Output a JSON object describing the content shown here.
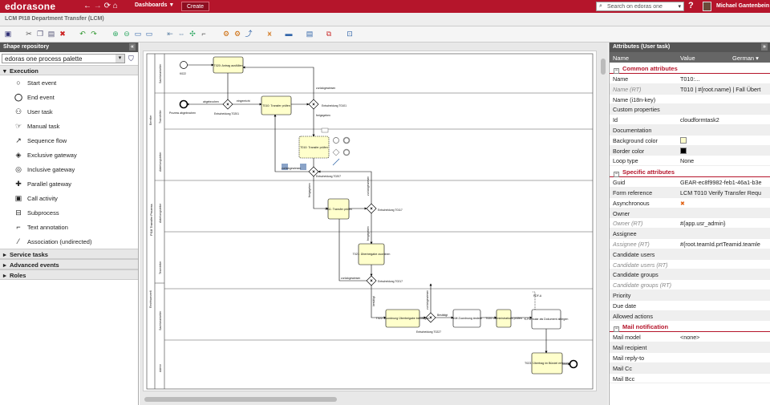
{
  "topbar": {
    "logo": "edorasone",
    "dashboards": "Dashboards ▼",
    "create": "Create",
    "search_placeholder": "Search on edoras one",
    "user": "Michael Gantenbein"
  },
  "title": "LCM PI18 Department Transfer  (LCM)",
  "shape_repository": {
    "header": "Shape repository",
    "palette": "edoras one process palette",
    "groups": [
      {
        "label": "Execution",
        "expanded": true
      },
      {
        "label": "Service tasks",
        "expanded": false
      },
      {
        "label": "Advanced events",
        "expanded": false
      },
      {
        "label": "Roles",
        "expanded": false
      }
    ],
    "items": [
      {
        "label": "Start event",
        "icon": "start-event-icon"
      },
      {
        "label": "End event",
        "icon": "end-event-icon"
      },
      {
        "label": "User task",
        "icon": "user-task-icon"
      },
      {
        "label": "Manual task",
        "icon": "manual-task-icon"
      },
      {
        "label": "Sequence flow",
        "icon": "sequence-flow-icon"
      },
      {
        "label": "Exclusive gateway",
        "icon": "exclusive-gateway-icon"
      },
      {
        "label": "Inclusive gateway",
        "icon": "inclusive-gateway-icon"
      },
      {
        "label": "Parallel gateway",
        "icon": "parallel-gateway-icon"
      },
      {
        "label": "Call activity",
        "icon": "call-activity-icon"
      },
      {
        "label": "Subprocess",
        "icon": "subprocess-icon"
      },
      {
        "label": "Text annotation",
        "icon": "text-annotation-icon"
      },
      {
        "label": "Association (undirected)",
        "icon": "association-icon"
      }
    ]
  },
  "diagram": {
    "pool": "PI18 Transfer Prozess",
    "lanes": [
      "Sachbearbeiter",
      "Transfeller",
      "Abteilungsleiter",
      "Abteilungsleiter",
      "Teamleiter",
      "Sachbearbeiter",
      "Admin"
    ],
    "lane_groups": [
      "Bereiter",
      "Rechtsanwelt"
    ],
    "tasks": [
      "T020: Antrag ausfüllen",
      "T010: Transfer prüfen",
      "T010: Transfer prüfen",
      "T011: Transfer prüfen",
      "T021: Überbeigabe zuordnen",
      "T022: Zuordnung Überbeigabe bestätigen",
      "Prüft Zuordnung ändern",
      "T020: Administrations prüfen",
      "K-Formular als Dokument ablegen",
      "T023: Übertrag im Bündel erfassen"
    ],
    "labels": [
      "K022",
      "Prozess abgebrochen",
      "abgebrochen",
      "Entscheidung T0201",
      "eingereicht",
      "Entscheidung T0101",
      "zurückgewiesen",
      "freigegeben",
      "zurückgewiesen",
      "Entscheidung T0207",
      "freigegeben",
      "zurückgewiesen",
      "Entscheidung T0117",
      "freigegeben",
      "zurückgewiesen",
      "Entscheidung T0217",
      "bestätigt",
      "zurückgewiesen",
      "Bestätigt",
      "Entscheidung T0227",
      "PDF-A"
    ]
  },
  "attributes": {
    "header": "Attributes (User task)",
    "col_name": "Name",
    "col_value": "Value",
    "language": "German ▾",
    "sections": [
      {
        "title": "Common attributes",
        "rows": [
          {
            "k": "Name",
            "v": "T010:...",
            "muted": false
          },
          {
            "k": "Name (RT)",
            "v": "T010 | #{root.name} | Fall Übert",
            "muted": true
          },
          {
            "k": "Name (i18n-key)",
            "v": "",
            "muted": false
          },
          {
            "k": "Custom properties",
            "v": "",
            "muted": false
          },
          {
            "k": "Id",
            "v": "cloudformtask2",
            "muted": false
          },
          {
            "k": "Documentation",
            "v": "",
            "muted": false
          },
          {
            "k": "Background color",
            "v": "",
            "swatch": "#ffffcc",
            "muted": false
          },
          {
            "k": "Border color",
            "v": "",
            "swatch": "#000000",
            "muted": false
          },
          {
            "k": "Loop type",
            "v": "None",
            "muted": false
          }
        ]
      },
      {
        "title": "Specific attributes",
        "rows": [
          {
            "k": "Guid",
            "v": "GEAR-ec8f9982-feb1-46a1-b3e",
            "muted": false
          },
          {
            "k": "Form reference",
            "v": "LCM T010 Verify Transfer Requ",
            "muted": false
          },
          {
            "k": "Asynchronous",
            "v": "✖",
            "muted": false,
            "accent": "#e06010"
          },
          {
            "k": "Owner",
            "v": "",
            "muted": false
          },
          {
            "k": "Owner (RT)",
            "v": "#{app.usr_admin}",
            "muted": true
          },
          {
            "k": "Assignee",
            "v": "",
            "muted": false
          },
          {
            "k": "Assignee (RT)",
            "v": "#{root.teamId.prtTeamid.teamle",
            "muted": true
          },
          {
            "k": "Candidate users",
            "v": "",
            "muted": false
          },
          {
            "k": "Candidate users (RT)",
            "v": "",
            "muted": true
          },
          {
            "k": "Candidate groups",
            "v": "",
            "muted": false
          },
          {
            "k": "Candidate groups (RT)",
            "v": "",
            "muted": true
          },
          {
            "k": "Priority",
            "v": "",
            "muted": false
          },
          {
            "k": "Due date",
            "v": "",
            "muted": false
          },
          {
            "k": "Allowed actions",
            "v": "",
            "muted": false
          }
        ]
      },
      {
        "title": "Mail notification",
        "rows": [
          {
            "k": "Mail model",
            "v": "<none>",
            "muted": false
          },
          {
            "k": "Mail recipient",
            "v": "",
            "muted": false
          },
          {
            "k": "Mail reply-to",
            "v": "",
            "muted": false
          },
          {
            "k": "Mail Cc",
            "v": "",
            "muted": false
          },
          {
            "k": "Mail Bcc",
            "v": "",
            "muted": false
          }
        ]
      }
    ]
  },
  "colors": {
    "brand": "#b5152b",
    "task_fill": "#ffffcc"
  }
}
